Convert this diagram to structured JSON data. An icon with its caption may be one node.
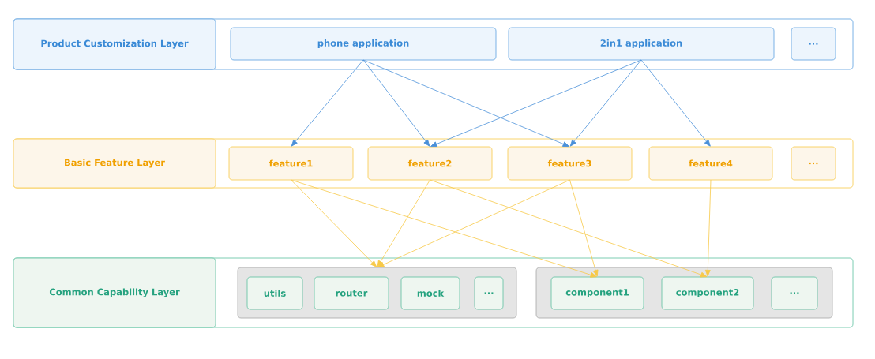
{
  "diagram": {
    "nodes": [
      {
        "text": [],
        "shape": "box"
      },
      {
        "text": [
          "Product Customization Layer"
        ],
        "in": 0
      },
      {
        "text": [
          "phone application"
        ],
        "in": 0
      },
      {
        "text": [
          "2in1 application"
        ],
        "in": 0
      },
      {
        "text": [
          "..."
        ],
        "in": 0
      },
      {
        "text": [],
        "shape": "box"
      },
      {
        "text": [
          "Basic Feature Layer"
        ],
        "in": 5
      },
      {
        "text": [
          "feature1"
        ],
        "in": 5
      },
      {
        "text": [
          "feature2"
        ],
        "in": 5
      },
      {
        "text": [
          "feature3"
        ],
        "in": 5
      },
      {
        "text": [
          "feature4"
        ],
        "in": 5
      },
      {
        "text": [
          "..."
        ],
        "in": 5
      },
      {
        "text": [],
        "shape": "box"
      },
      {
        "text": [
          "Common Capability Layer"
        ],
        "in": 12
      },
      {
        "text": [],
        "shape": "box",
        "in": 12
      },
      {
        "text": [
          "utils"
        ],
        "in": 14
      },
      {
        "text": [
          "router"
        ],
        "in": 14
      },
      {
        "text": [
          "mock"
        ],
        "in": 14
      },
      {
        "text": [
          "..."
        ],
        "in": 14
      },
      {
        "text": [],
        "shape": "box",
        "in": 12
      },
      {
        "text": [
          "component1"
        ],
        "in": 19
      },
      {
        "text": [
          "component2"
        ],
        "in": 19
      },
      {
        "text": [
          "..."
        ],
        "in": 19
      }
    ],
    "edges": [
      {
        "from": 2,
        "to": 7,
        "arrow": "to",
        "color": "#4a90d9"
      },
      {
        "from": 2,
        "to": 8,
        "arrow": "to",
        "color": "#4a90d9"
      },
      {
        "from": 2,
        "to": 9,
        "arrow": "to",
        "color": "#4a90d9"
      },
      {
        "from": 3,
        "to": 8,
        "arrow": "to",
        "color": "#4a90d9"
      },
      {
        "from": 3,
        "to": 9,
        "arrow": "to",
        "color": "#4a90d9"
      },
      {
        "from": 3,
        "to": 10,
        "arrow": "to",
        "color": "#4a90d9"
      },
      {
        "from": 7,
        "to": 14,
        "arrow": "to"
      },
      {
        "from": 7,
        "to": 20,
        "arrow": "to"
      },
      {
        "from": 8,
        "to": 14,
        "arrow": "to"
      },
      {
        "from": 8,
        "to": 21,
        "arrow": "to"
      },
      {
        "from": 9,
        "to": 14,
        "arrow": "to"
      },
      {
        "from": 9,
        "to": 20,
        "arrow": "to"
      },
      {
        "from": 10,
        "to": 21,
        "arrow": "to"
      }
    ]
  }
}
